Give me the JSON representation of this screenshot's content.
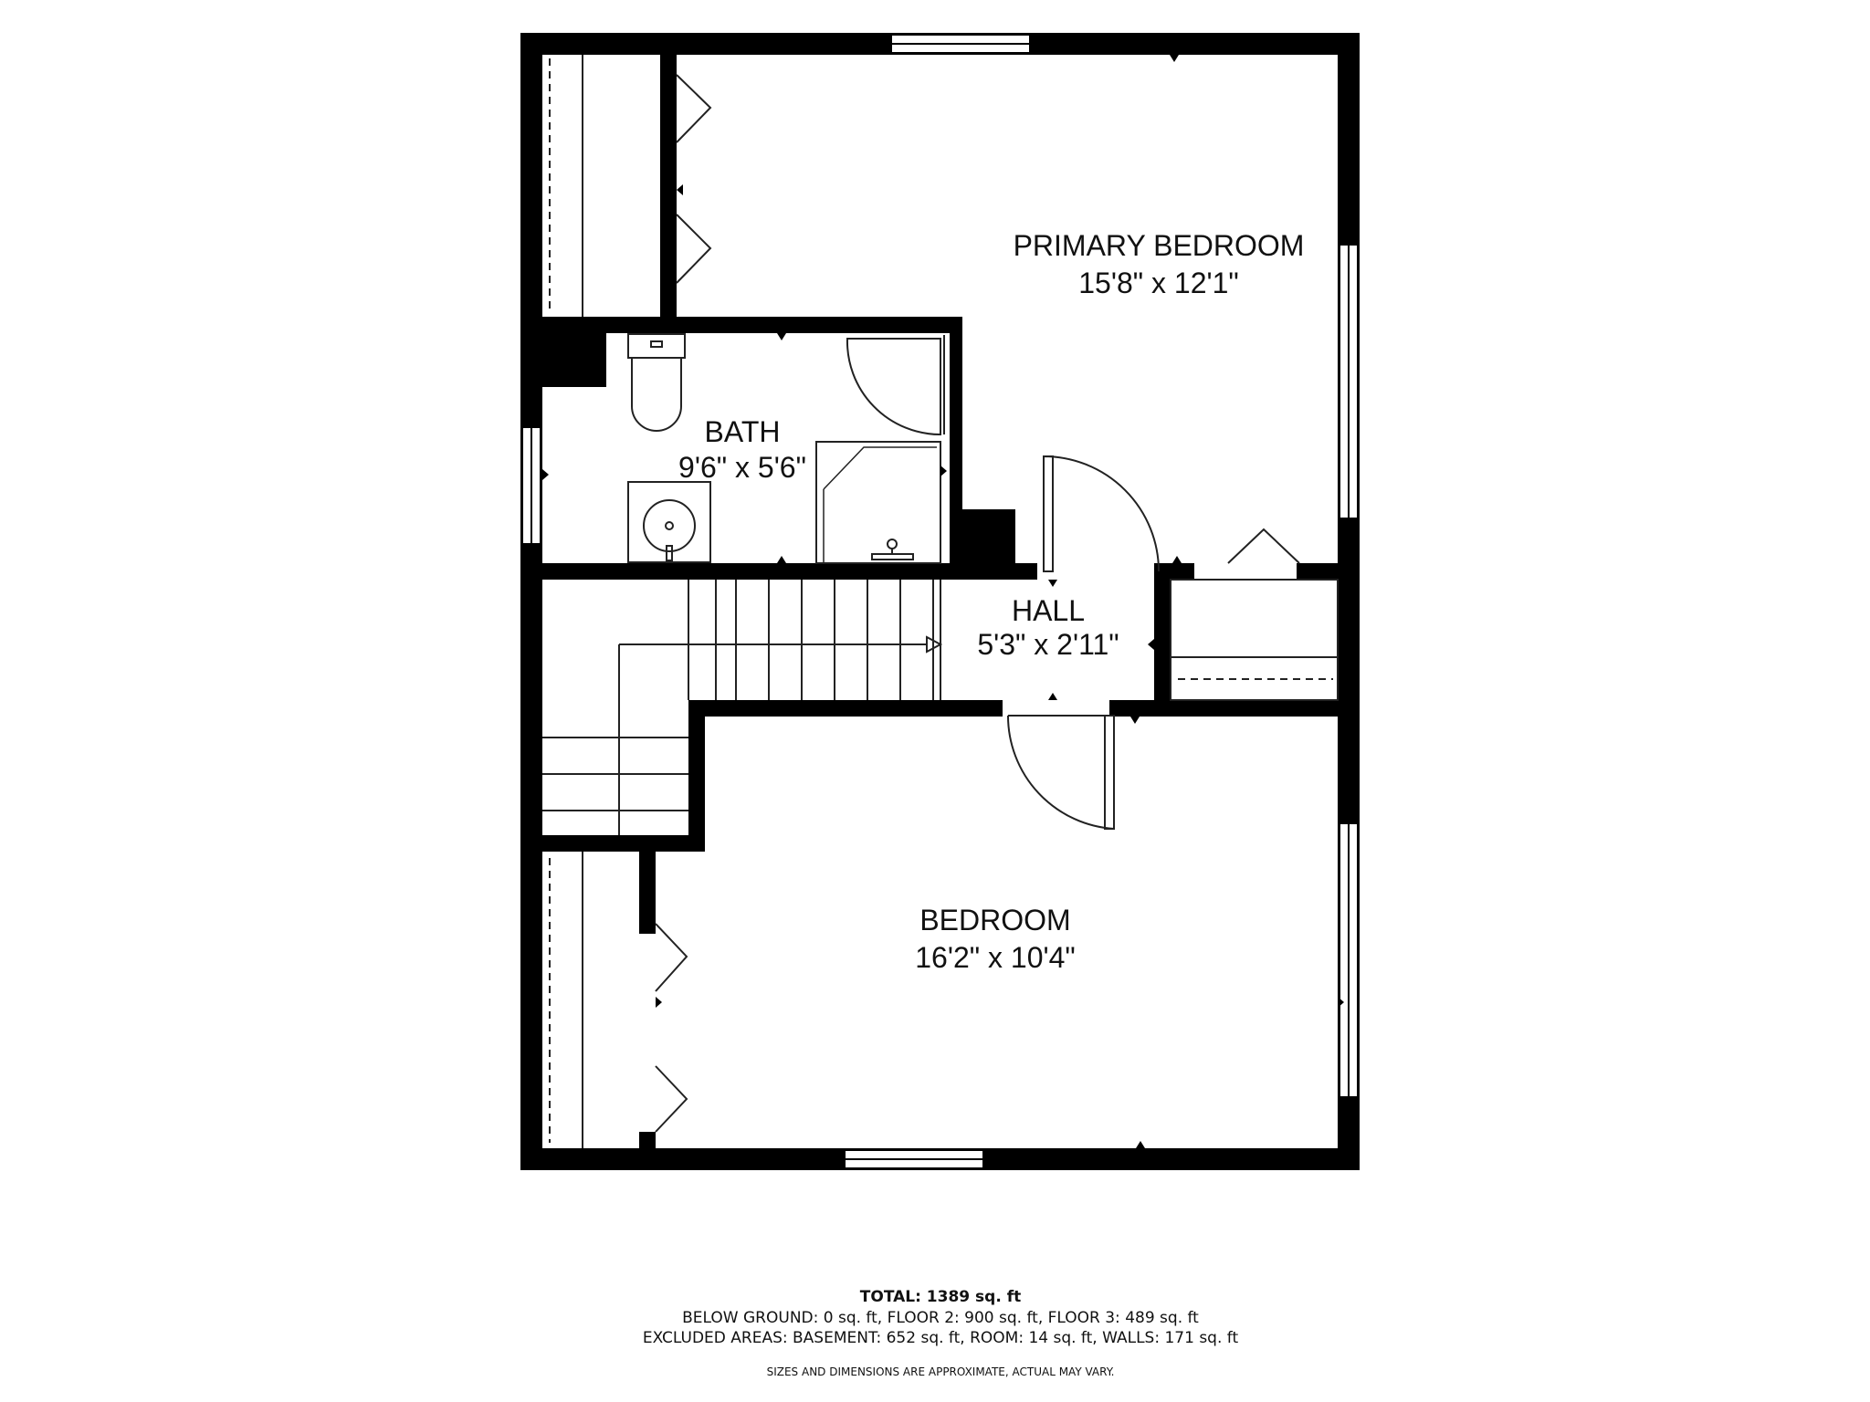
{
  "rooms": {
    "primary_bedroom": {
      "name": "PRIMARY BEDROOM",
      "size": "15'8\" x 12'1\""
    },
    "bath": {
      "name": "BATH",
      "size": "9'6\" x 5'6\""
    },
    "hall": {
      "name": "HALL",
      "size": "5'3\" x 2'11\""
    },
    "bedroom": {
      "name": "BEDROOM",
      "size": "16'2\" x 10'4\""
    }
  },
  "footer": {
    "total_label": "TOTAL:",
    "total_value": "1389 sq. ft",
    "line1": "BELOW GROUND: 0 sq. ft, FLOOR 2: 900 sq. ft, FLOOR 3: 489 sq. ft",
    "line2": "EXCLUDED AREAS: BASEMENT: 652 sq. ft, ROOM: 14 sq. ft, WALLS: 171 sq. ft",
    "note": "SIZES AND DIMENSIONS ARE APPROXIMATE, ACTUAL MAY VARY."
  },
  "colors": {
    "wall": "#000000",
    "background": "#ffffff",
    "line": "#222222"
  }
}
